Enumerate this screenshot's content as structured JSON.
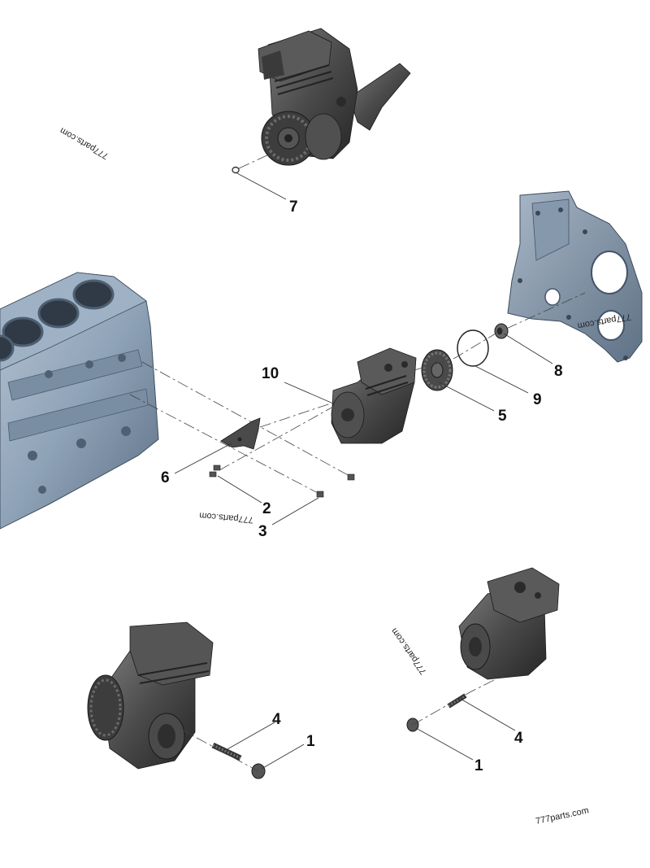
{
  "diagram": {
    "callouts": {
      "c1a": "1",
      "c1b": "1",
      "c2": "2",
      "c3": "3",
      "c4a": "4",
      "c4b": "4",
      "c5": "5",
      "c6": "6",
      "c7": "7",
      "c8": "8",
      "c9": "9",
      "c10": "10"
    },
    "watermarks": {
      "w1": "777parts.com",
      "w2": "777parts.com",
      "w3": "777parts.com",
      "w4": "777parts.com",
      "w5": "777parts.com"
    },
    "colors": {
      "block": "#8fa3b8",
      "block_dark": "#5d6f84",
      "housing": "#7d8fa3",
      "compressor": "#4a4a4a",
      "compressor_light": "#6b6b6b",
      "compressor_dark": "#2c2c2c"
    }
  }
}
